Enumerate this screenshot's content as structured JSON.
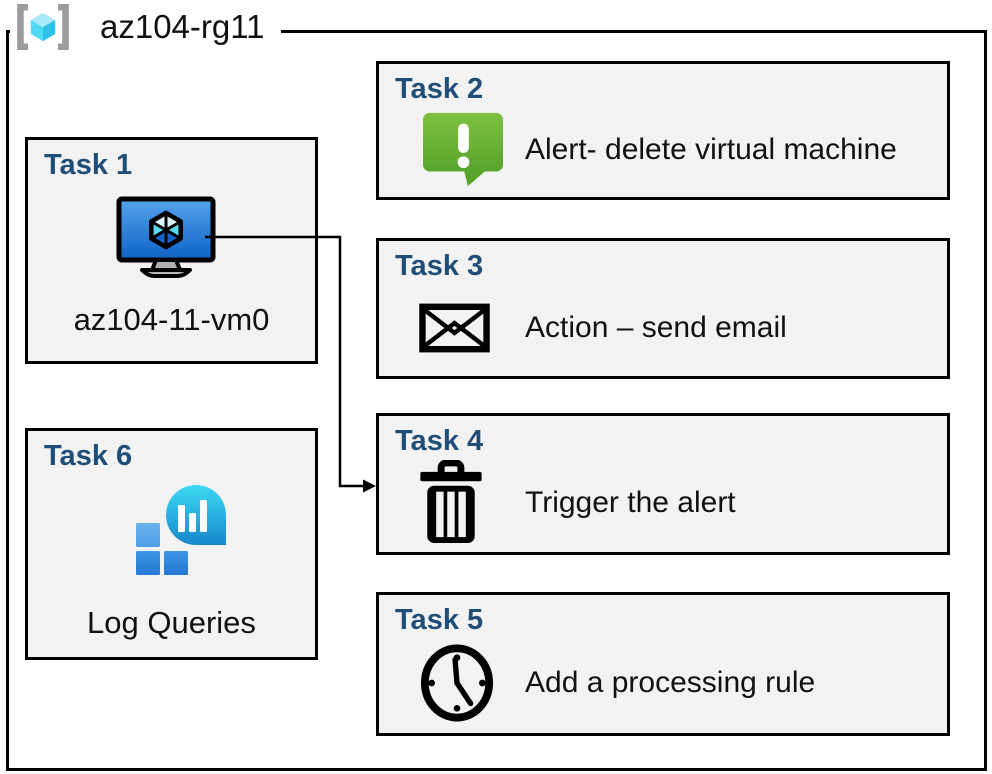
{
  "resource_group": {
    "label": "az104-rg11",
    "icon": "resource-group-icon"
  },
  "tasks": [
    {
      "title": "Task 1",
      "label": "az104-11-vm0",
      "icon": "virtual-machine-icon"
    },
    {
      "title": "Task 2",
      "label": "Alert- delete virtual machine",
      "icon": "alert-icon"
    },
    {
      "title": "Task 3",
      "label": "Action – send email",
      "icon": "email-icon"
    },
    {
      "title": "Task 4",
      "label": "Trigger the alert",
      "icon": "trash-icon"
    },
    {
      "title": "Task 5",
      "label": "Add a processing rule",
      "icon": "clock-icon"
    },
    {
      "title": "Task 6",
      "label": "Log Queries",
      "icon": "log-queries-icon"
    }
  ],
  "connector": {
    "from": "task-1-virtual-machine",
    "to": "task-4"
  },
  "colors": {
    "title_blue": "#1F4E79",
    "box_background": "#F2F2F2",
    "border_black": "#000000",
    "alert_green_top": "#7EC142",
    "alert_green_bottom": "#58A42B",
    "vm_screen_top": "#55A4EC",
    "vm_screen_bottom": "#0E62C6",
    "log_balloon_top": "#3DD9F4",
    "log_balloon_bottom": "#1787CB",
    "log_square_light": "#5AA7E9",
    "log_square_dark": "#2B84DE",
    "rg_bracket_gray": "#9B9B9B",
    "rg_cube_top": "#ABE9F9",
    "rg_cube_left": "#50D8F4",
    "rg_cube_right": "#2BC1E9"
  }
}
